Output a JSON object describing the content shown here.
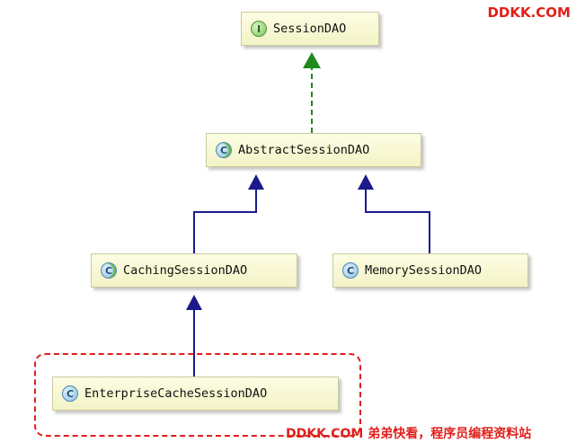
{
  "nodes": {
    "session_dao": {
      "name": "SessionDAO",
      "kind": "interface",
      "badge": "I"
    },
    "abstract_session_dao": {
      "name": "AbstractSessionDAO",
      "kind": "abstract-class",
      "badge": "C"
    },
    "caching_session_dao": {
      "name": "CachingSessionDAO",
      "kind": "abstract-class",
      "badge": "C"
    },
    "memory_session_dao": {
      "name": "MemorySessionDAO",
      "kind": "class",
      "badge": "C"
    },
    "enterprise_cache_session_dao": {
      "name": "EnterpriseCacheSessionDAO",
      "kind": "class",
      "badge": "C"
    }
  },
  "relations": [
    {
      "from": "AbstractSessionDAO",
      "to": "SessionDAO",
      "type": "implements"
    },
    {
      "from": "CachingSessionDAO",
      "to": "AbstractSessionDAO",
      "type": "extends"
    },
    {
      "from": "MemorySessionDAO",
      "to": "AbstractSessionDAO",
      "type": "extends"
    },
    {
      "from": "EnterpriseCacheSessionDAO",
      "to": "CachingSessionDAO",
      "type": "extends"
    }
  ],
  "colors": {
    "implements_arrow": "#1f8a1f",
    "extends_arrow": "#1a1a8c",
    "highlight": "#e0201a",
    "watermark": "#e0201a"
  },
  "watermarks": {
    "top_right": "DDKK.COM",
    "bottom": "DDKK.COM 弟弟快看，程序员编程资料站"
  }
}
